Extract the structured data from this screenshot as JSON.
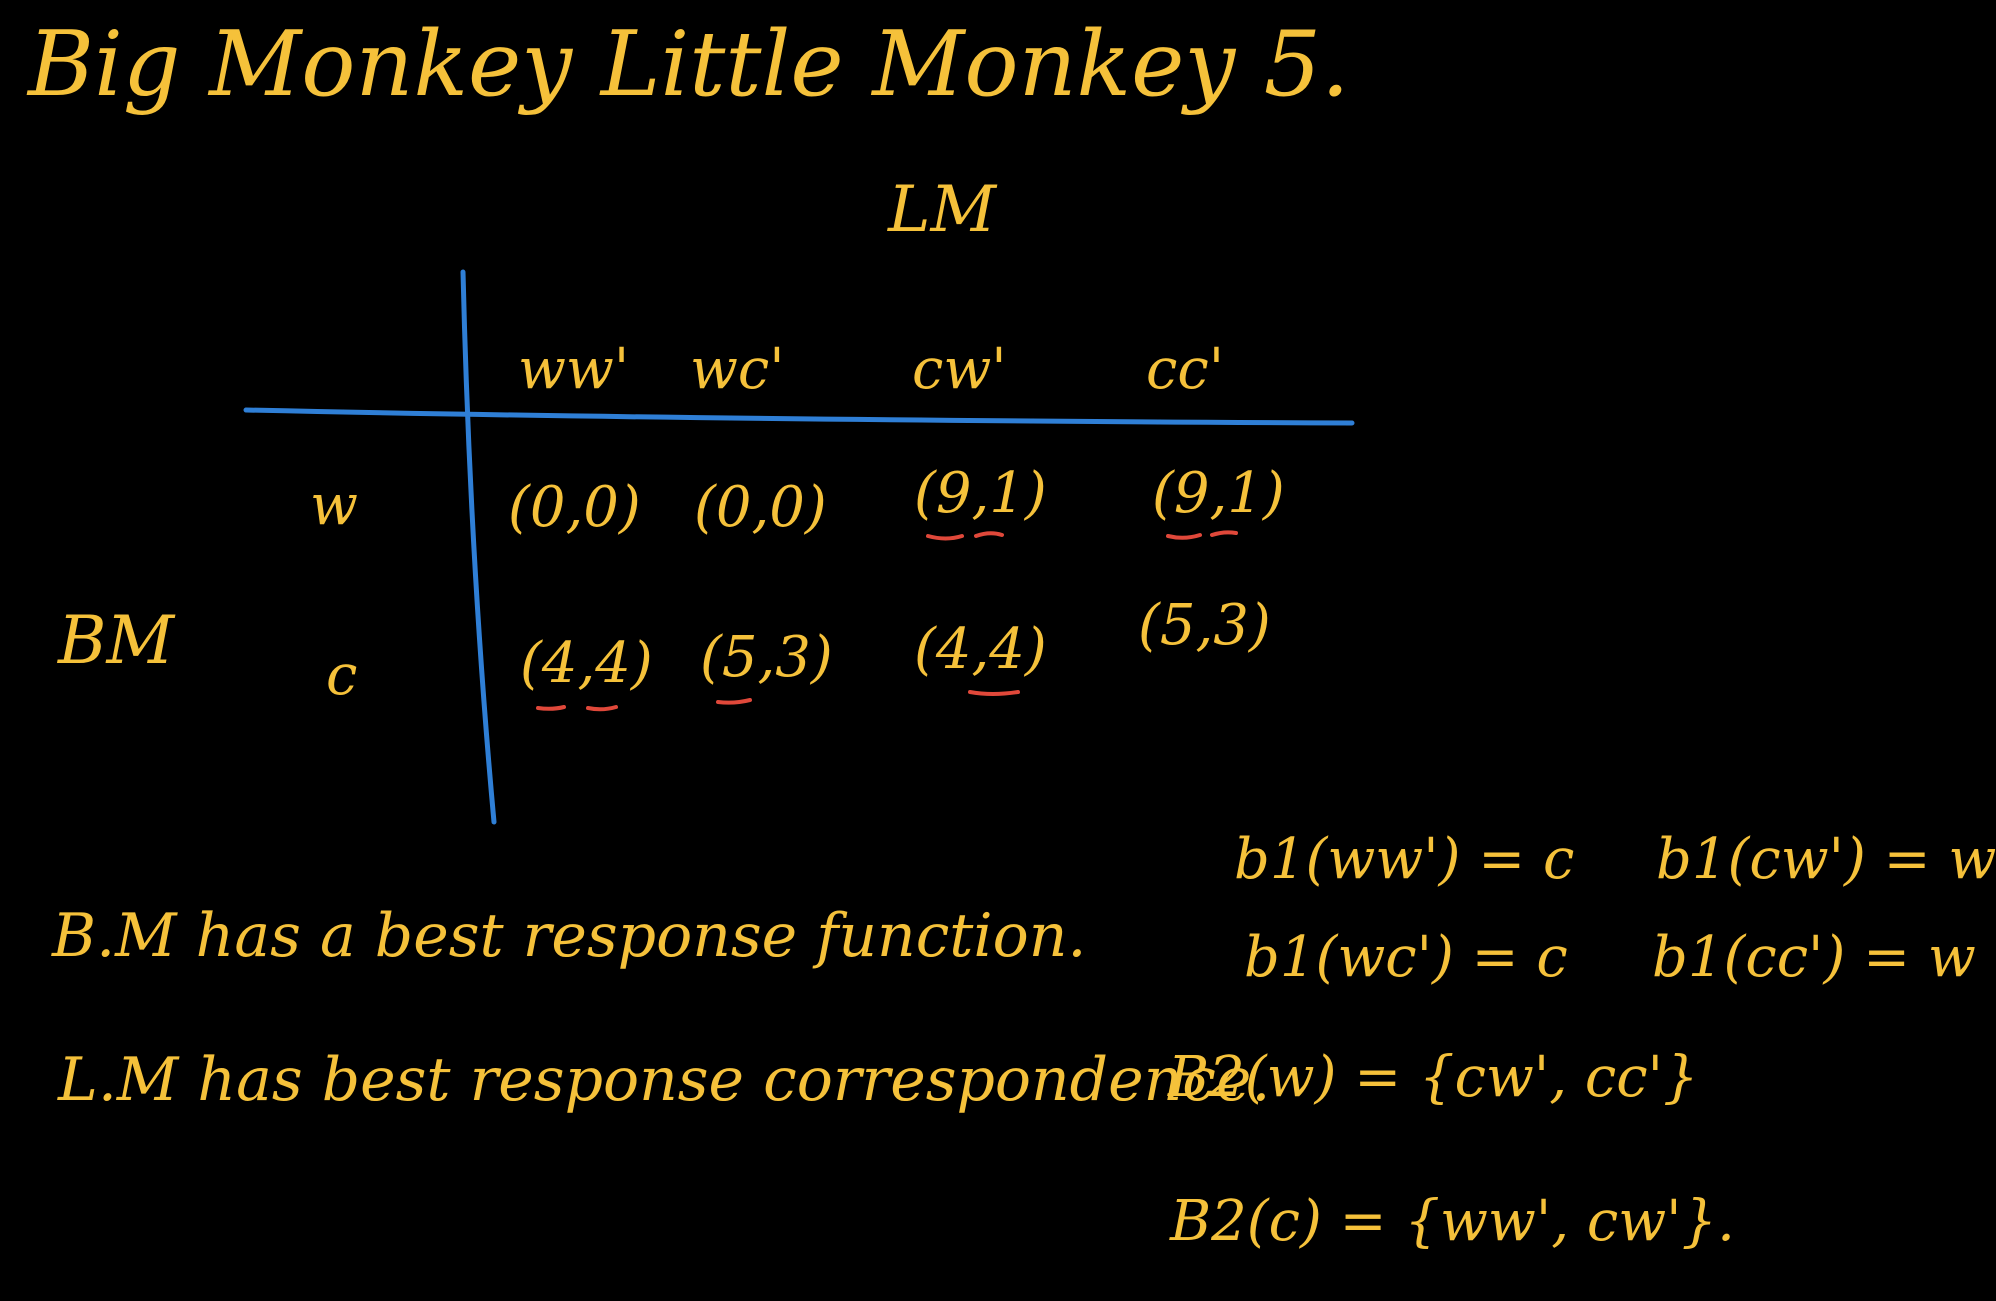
{
  "title": "Big Monkey Little Monkey 5.",
  "colors": {
    "background": "#000000",
    "ink": "#f5c13a",
    "grid": "#2f7fd6",
    "best_response_mark": "#e0483a"
  },
  "matrix": {
    "column_player": "LM",
    "row_player": "BM",
    "columns": [
      "ww'",
      "wc'",
      "cw'",
      "cc'"
    ],
    "rows": [
      {
        "label": "w",
        "cells": [
          "(0,0)",
          "(0,0)",
          "(9,1)",
          "(9,1)"
        ]
      },
      {
        "label": "c",
        "cells": [
          "(4,4)",
          "(5,3)",
          "(4,4)",
          "(5,3)"
        ]
      }
    ]
  },
  "notes": [
    "B.M has a best response function.",
    "L.M has best response correspondence."
  ],
  "best_responses_bm": [
    "b1(ww') = c",
    "b1(cw') = w",
    "b1(wc') = c",
    "b1(cc') = w"
  ],
  "best_responses_lm": [
    "B2(w) = {cw', cc'}",
    "B2(c) = {ww', cw'}."
  ]
}
